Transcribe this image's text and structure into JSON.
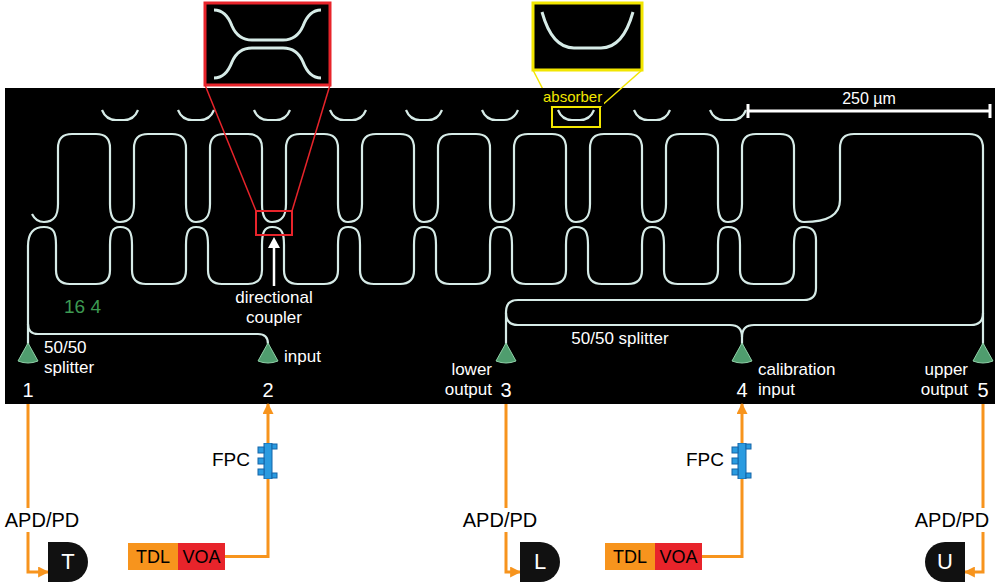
{
  "diagram": {
    "nodes": [
      {
        "text": [
          "1"
        ]
      },
      {
        "text": [
          "input",
          "2"
        ]
      },
      {
        "text": [
          "lower output",
          "3"
        ]
      },
      {
        "text": [
          "calibration input",
          "4"
        ]
      },
      {
        "text": [
          "upper output",
          "5"
        ]
      },
      {
        "text": [
          "FPC"
        ]
      },
      {
        "text": [
          "FPC"
        ]
      },
      {
        "text": [
          "APD/PD",
          "T"
        ]
      },
      {
        "text": [
          "TDL"
        ]
      },
      {
        "text": [
          "VOA"
        ]
      },
      {
        "text": [
          "APD/PD",
          "L"
        ]
      },
      {
        "text": [
          "TDL"
        ]
      },
      {
        "text": [
          "VOA"
        ]
      },
      {
        "text": [
          "APD/PD",
          "U"
        ]
      }
    ],
    "edges": [
      {
        "from": 0,
        "to": 7,
        "arrow": "to"
      },
      {
        "from": 9,
        "to": 5,
        "arrow": "none"
      },
      {
        "from": 5,
        "to": 1,
        "arrow": "to"
      },
      {
        "from": 2,
        "to": 10,
        "arrow": "to"
      },
      {
        "from": 12,
        "to": 6,
        "arrow": "none"
      },
      {
        "from": 6,
        "to": 3,
        "arrow": "to"
      },
      {
        "from": 4,
        "to": 13,
        "arrow": "to"
      }
    ],
    "labels": [
      "absorber",
      "250 µm",
      "directional coupler",
      "16 4",
      "50/50 splitter",
      "50/50 splitter"
    ]
  }
}
